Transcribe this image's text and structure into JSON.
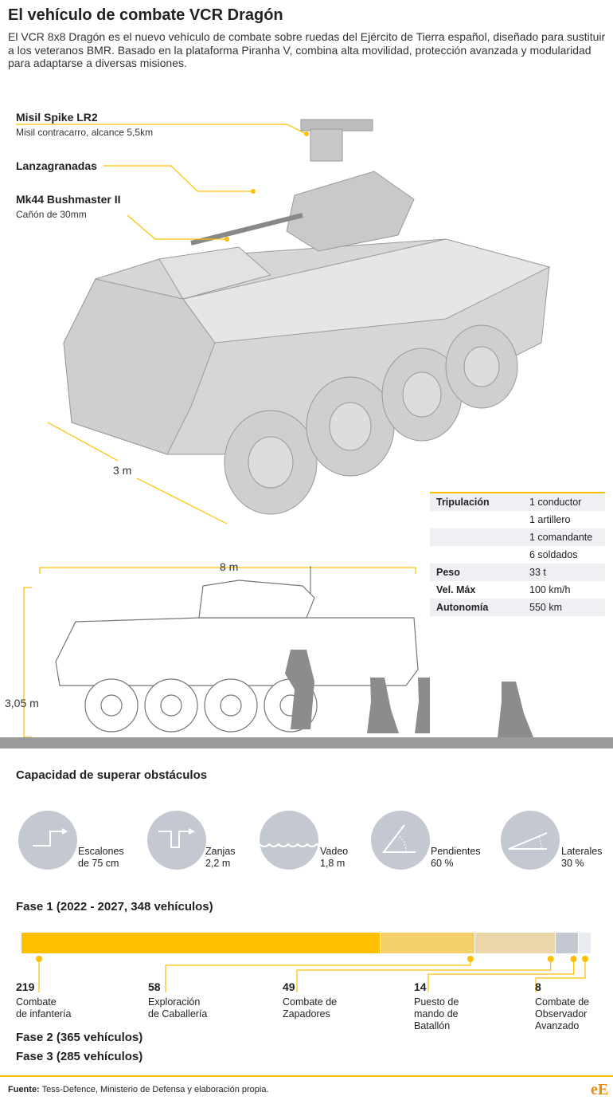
{
  "header": {
    "title": "El vehículo de combate VCR Dragón",
    "intro": "El VCR 8x8 Dragón es el nuevo vehículo de combate sobre ruedas del Ejército de Tierra español, diseñado para sustituir a los veteranos BMR. Basado en la plataforma Piranha V, combina alta movilidad, protección avanzada y modularidad para adaptarse a diversas misiones."
  },
  "callouts": [
    {
      "title": "Misil Spike LR2",
      "sub": "Misil contracarro, alcance 5,5km"
    },
    {
      "title": "Lanzagranadas",
      "sub": ""
    },
    {
      "title": "Mk44 Bushmaster II",
      "sub": "Cañón de 30mm"
    }
  ],
  "dimensions": {
    "width": "3 m",
    "length": "8 m",
    "height": "3,05 m"
  },
  "specs": [
    {
      "k": "Tripulación",
      "v": "1 conductor"
    },
    {
      "k": "",
      "v": "1 artillero"
    },
    {
      "k": "",
      "v": "1 comandante"
    },
    {
      "k": "",
      "v": "6 soldados"
    },
    {
      "k": "Peso",
      "v": "33 t"
    },
    {
      "k": "Vel. Máx",
      "v": "100 km/h"
    },
    {
      "k": "Autonomía",
      "v": "550 km"
    }
  ],
  "obstacles": {
    "title": "Capacidad de superar obstáculos",
    "items": [
      {
        "icon": "step-icon",
        "l1": "Escalones",
        "l2": "de 75 cm"
      },
      {
        "icon": "trench-icon",
        "l1": "Zanjas",
        "l2": "2,2 m"
      },
      {
        "icon": "water-icon",
        "l1": "Vadeo",
        "l2": "1,8 m"
      },
      {
        "icon": "slope-icon",
        "l1": "Pendientes",
        "l2": "60 %"
      },
      {
        "icon": "side-slope-icon",
        "l1": "Laterales",
        "l2": "30 %"
      }
    ]
  },
  "phase1": {
    "title": "Fase 1 (2022 - 2027, 348 vehículos)",
    "colors": [
      "#fdbf00",
      "#f5cf6a",
      "#ead6a8",
      "#c4c9d1",
      "#e8ebf0"
    ],
    "segments": [
      {
        "value": "219",
        "value_n": 219,
        "l1": "Combate",
        "l2": "de infantería",
        "l3": ""
      },
      {
        "value": "58",
        "value_n": 58,
        "l1": "Exploración",
        "l2": "de Caballería",
        "l3": ""
      },
      {
        "value": "49",
        "value_n": 49,
        "l1": "Combate de",
        "l2": "Zapadores",
        "l3": ""
      },
      {
        "value": "14",
        "value_n": 14,
        "l1": "Puesto de",
        "l2": "mando de",
        "l3": "Batallón"
      },
      {
        "value": "8",
        "value_n": 8,
        "l1": "Combate de",
        "l2": "Observador",
        "l3": "Avanzado"
      }
    ]
  },
  "phase2": "Fase 2 (365 vehículos)",
  "phase3": "Fase 3 (285 vehículos)",
  "footer": {
    "label": "Fuente:",
    "text": " Tess-Defence, Ministerio de Defensa y elaboración propia.",
    "logo": "eE"
  }
}
